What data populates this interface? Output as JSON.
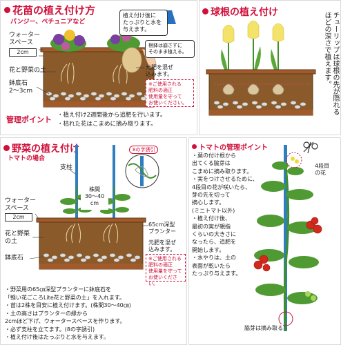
{
  "panel1": {
    "title": "花苗の植え付け方",
    "subtitle": "パンジー、ペチュニアなど",
    "callout_water": "植え付け後に\nたっぷりと水を\n与えます。",
    "callout_root": "根鉢は崩さずに\nそのまま植える。",
    "water_space": "ウォーター\nスペース",
    "water_cm": "2cm",
    "soil_label": "花と野菜の土",
    "stone_label": "鉢底石\n2～3cm",
    "fert_note": "元肥を混ぜ\n込みます。",
    "fert_box": "※ご使用される\n肥料の適正\n使用量を守って\nお使いください。",
    "mgmt_title": "管理ポイント",
    "mgmt_items": [
      "・植え付け2週間後から追肥を行います。",
      "・枯れた花はこまめに摘み取ります。"
    ]
  },
  "panel2": {
    "title": "球根の植え付け",
    "vertical_text": "チューリップは球根の先が隠れるほどの深さで植えます。"
  },
  "panel3": {
    "title": "野菜の植え付け",
    "subtitle": "トマトの場合",
    "knot_label": "8の字誘引",
    "pole_label": "支柱",
    "spacing_label": "株間\n30～40\ncm",
    "water_space": "ウォーター\nスペース",
    "water_cm": "2cm",
    "planter_label": "65cm深型\nプランター",
    "soil_label": "花と野菜\nの土",
    "stone_label": "鉢底石",
    "fert_note": "元肥を混ぜ\n込みます。",
    "fert_box": "※ご使用される\n肥料の適正\n使用量を守って\nお使いください。",
    "items": [
      "・野菜用の65㎝深型プランターに鉢底石を",
      "「軽い花ごころLite花と野菜の土」を入れます。",
      "・苗は2株を目安に植え付けます。(株間30～40㎝)",
      "・土の高さはプランターの縁から",
      "2cmほど下げ、ウォータースペースを作ります。",
      "・必ず支柱を立てます。(8の字誘引)",
      "・植え付け後はたっぷりと水を与えます。"
    ]
  },
  "panel4": {
    "title": "トマトの管理ポイント",
    "items": [
      "・葉の付け根から",
      "出てくる脇芽は",
      "こまめに摘み取ります。",
      "・実をつけさせるために、",
      "4段目の花が咲いたら、",
      "芽の先を切って",
      "摘心します。",
      "(ミニトマト以外)",
      "・植え付け後、",
      "最初の実が親指",
      "くらいの大きさに",
      "なったら、追肥を",
      "開始します。",
      "・水やりは、土の",
      "表面が乾いたら",
      "たっぷり与えます。"
    ],
    "flower_label": "4段目\nの花",
    "bud_label": "脇芽は摘み取る"
  },
  "colors": {
    "accent": "#d0103a",
    "soil": "#8a5a2b",
    "planter": "#a25a2a",
    "leaf": "#3f8f2a",
    "pole": "#2f7fc0"
  }
}
